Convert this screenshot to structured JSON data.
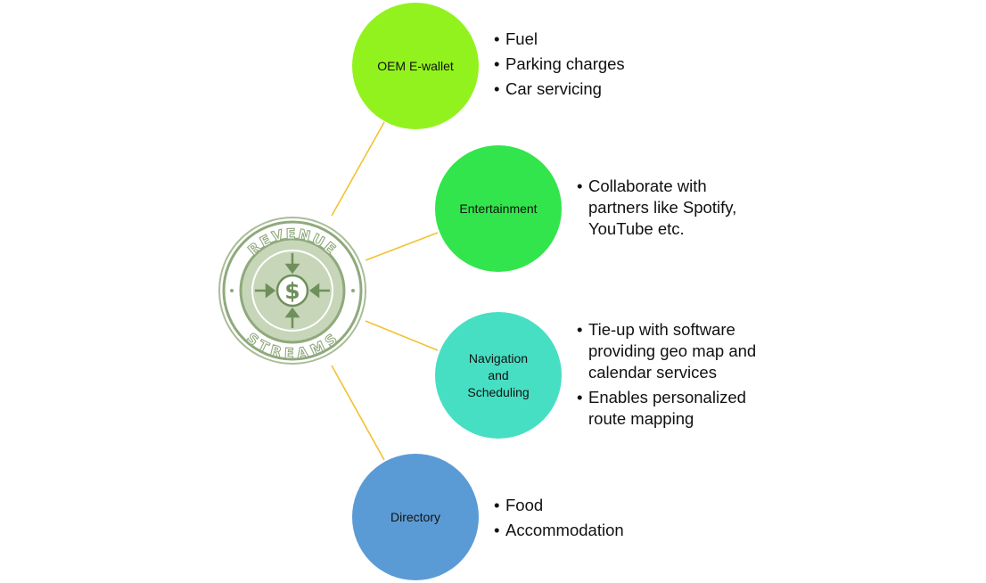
{
  "emblem": {
    "top_text": "REVENUE",
    "bottom_text": "STREAMS",
    "symbol": "$"
  },
  "colors": {
    "connector": "#f2c230",
    "emblem_green": "#8fa97c",
    "emblem_fill": "#c7d6b8",
    "node_oem": "#92f21e",
    "node_entertainment": "#32e54c",
    "node_navigation": "#47dfc3",
    "node_directory": "#5b9bd5"
  },
  "streams": [
    {
      "label": "OEM E-wallet",
      "bullets": [
        "Fuel",
        "Parking charges",
        "Car servicing"
      ]
    },
    {
      "label": "Entertainment",
      "bullets": [
        "Collaborate with partners like Spotify, YouTube etc."
      ]
    },
    {
      "label_lines": [
        "Navigation",
        "and",
        "Scheduling"
      ],
      "bullets": [
        "Tie-up with software providing geo map and calendar services",
        "Enables personalized route mapping"
      ]
    },
    {
      "label": "Directory",
      "bullets": [
        "Food",
        "Accommodation"
      ]
    }
  ]
}
